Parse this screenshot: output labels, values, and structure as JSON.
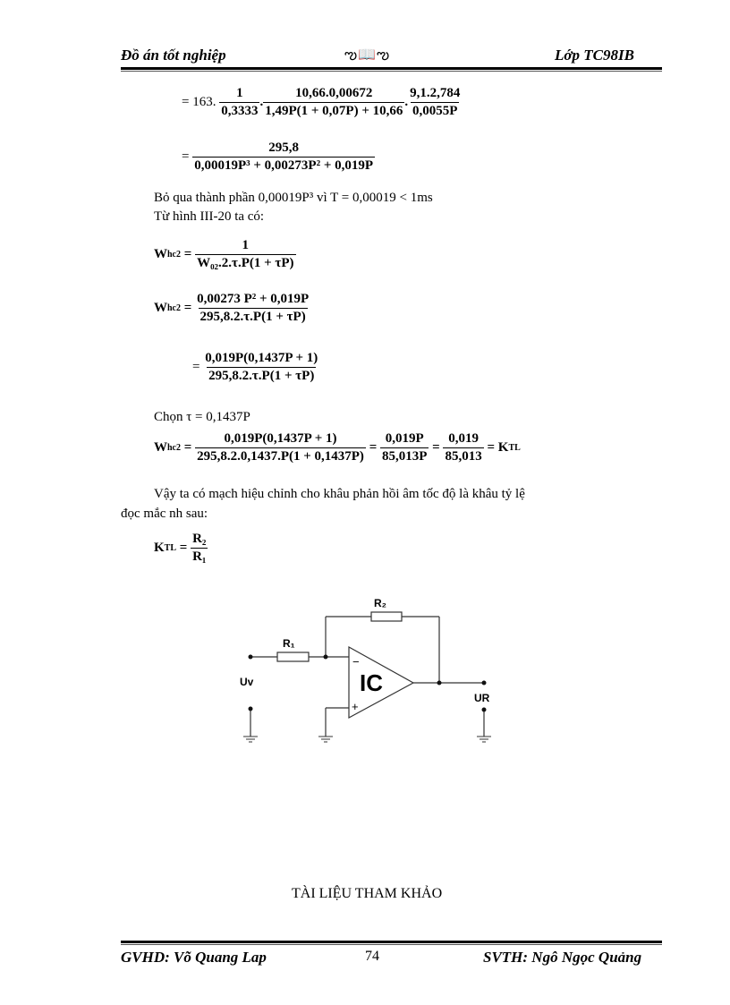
{
  "header": {
    "left": "Đồ án tốt nghiệp",
    "ornament": "ఌ📖ఌ",
    "right": "Lớp TC98IB"
  },
  "equations": {
    "eq1": {
      "lead": "= 163.",
      "f1_num": "1",
      "f1_den": "0,3333",
      "f2_num": "10,66.0,00672",
      "f2_den": "1,49P(1 + 0,07P) + 10,66",
      "f3_num": "9,1.2,784",
      "f3_den": "0,0055P"
    },
    "eq2": {
      "lead": "=",
      "num": "295,8",
      "den": "0,00019P³ + 0,00273P² + 0,019P"
    },
    "eq3": {
      "lhs": "W",
      "lhs_sub": "hc2",
      "num": "1",
      "den": "W₀₂.2.τ.P(1 + τP)"
    },
    "eq4": {
      "lhs": "W",
      "lhs_sub": "hc2",
      "num": "0,00273 P² + 0,019P",
      "den": "295,8.2.τ.P(1 + τP)"
    },
    "eq5": {
      "lead": "=",
      "num": "0,019P(0,1437P + 1)",
      "den": "295,8.2.τ.P(1 + τP)"
    },
    "eq6": {
      "lhs": "W",
      "lhs_sub": "hc2",
      "f1_num": "0,019P(0,1437P + 1)",
      "f1_den": "295,8.2.0,1437.P(1 + 0,1437P)",
      "f2_num": "0,019P",
      "f2_den": "85,013P",
      "f3_num": "0,019",
      "f3_den": "85,013",
      "rhs": "K",
      "rhs_sub": "TL"
    },
    "eq7": {
      "lhs": "K",
      "lhs_sub": "TL",
      "num": "R₂",
      "den": "R₁"
    }
  },
  "text": {
    "line1": "Bỏ qua thành phần 0,00019P³ vì T = 0,00019 < 1ms",
    "line2": "Từ hình III-20 ta có:",
    "line3": "Chọn τ = 0,1437P",
    "para1": "Vậy ta có mạch hiệu chỉnh cho khâu phản hồi âm tốc độ là khâu tỷ lệ",
    "para1b": "đọc   mắc nh   sau:",
    "references_title": "TÀI LIỆU THAM KHẢO"
  },
  "circuit": {
    "r1": "R₁",
    "r2": "R₂",
    "ic": "IC",
    "minus": "−",
    "plus": "+",
    "input": "Uv",
    "output": "UR"
  },
  "footer": {
    "left": "GVHD: Võ Quang Lap",
    "page": "74",
    "right": "SVTH: Ngô Ngọc Quảng"
  }
}
